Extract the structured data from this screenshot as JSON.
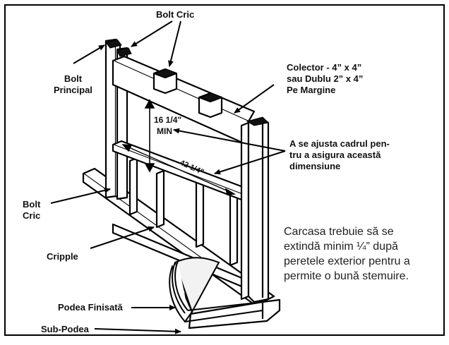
{
  "labels": {
    "bolt_cric_top": "Bolt Cric",
    "bolt_principal": [
      "Bolt",
      "Principal"
    ],
    "colector": [
      "Colector - 4” x 4”",
      "sau Dublu 2” x 4”",
      "Pe Margine"
    ],
    "ajusta": [
      "A se ajusta cadrul pen-",
      "tru a asigura această",
      "dimensiune"
    ],
    "bolt_cric_left": [
      "Bolt",
      "Cric"
    ],
    "cripple": "Cripple",
    "podea_finisata": "Podea Finisată",
    "sub_podea": "Sub-Podea"
  },
  "dimensions": {
    "height_value": "16 1/4\"",
    "height_min": "MIN",
    "width_value": "42 1/4\""
  },
  "note": [
    "Carcasa trebuie să se",
    "extindă minim ¼” după",
    "peretele exterior pentru a",
    "permite o bună stemuire."
  ]
}
